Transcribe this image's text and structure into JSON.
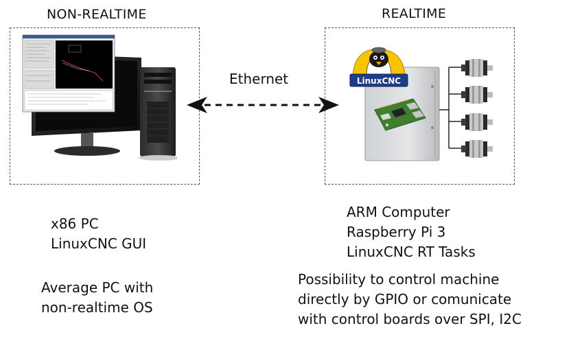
{
  "left": {
    "title": "NON-REALTIME",
    "spec_lines": [
      "x86 PC",
      "LinuxCNC GUI"
    ],
    "note_lines": [
      "Average PC with",
      "non-realtime OS"
    ]
  },
  "right": {
    "title": "REALTIME",
    "logo_text": "LinuxCNC",
    "spec_lines": [
      "ARM Computer",
      "Raspberry Pi 3",
      "LinuxCNC RT Tasks"
    ],
    "note_lines": [
      "Possibility to control machine",
      "directly by GPIO or comunicate",
      "with control boards over SPI, I2C"
    ]
  },
  "link": {
    "label": "Ethernet"
  },
  "icons": {
    "pc": "desktop-pc-icon",
    "cabinet": "control-cabinet-icon",
    "board": "raspberry-pi-board-icon",
    "motor": "stepper-motor-icon",
    "mascot": "linuxcnc-penguin-logo"
  },
  "colors": {
    "logo_yellow": "#f7c400",
    "logo_blue": "#1d3d8a",
    "board_green": "#3f7f2f"
  }
}
